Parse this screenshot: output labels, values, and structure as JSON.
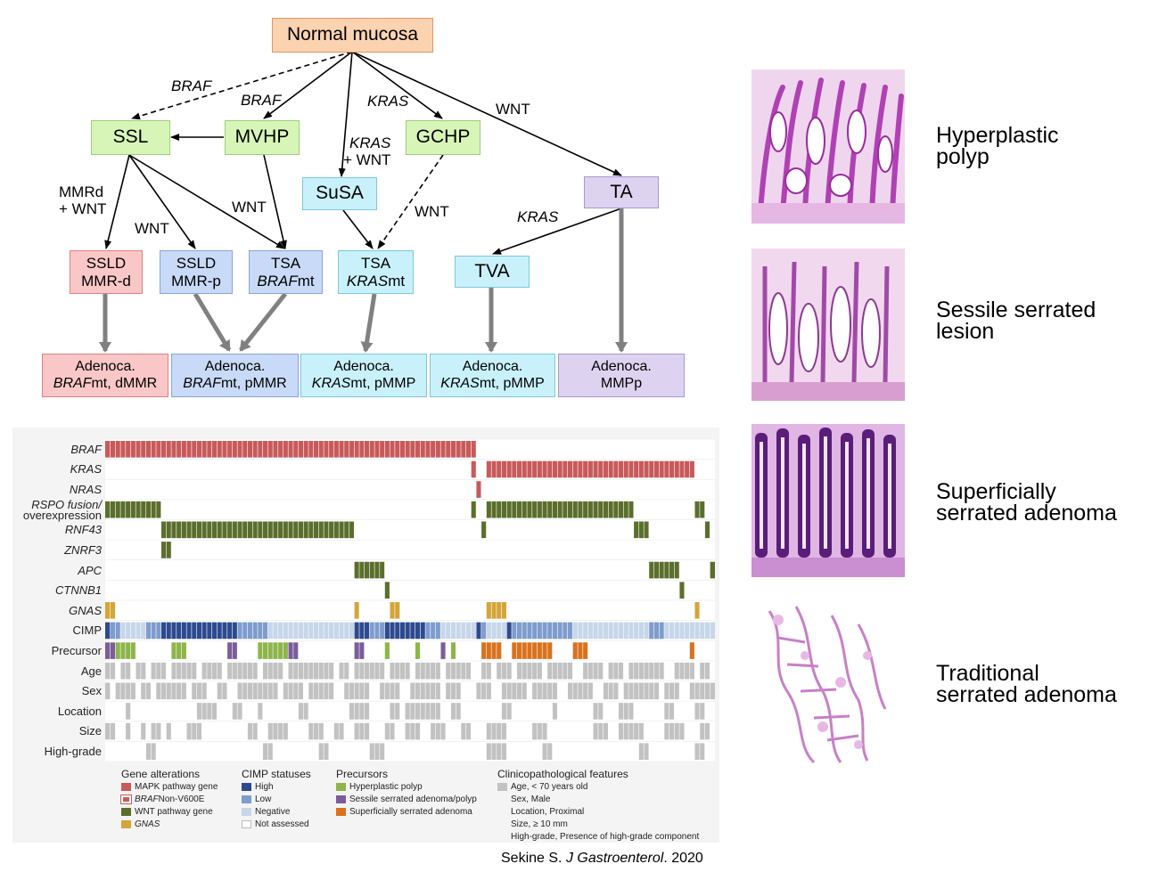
{
  "flow": {
    "nodes": {
      "normal": "Normal mucosa",
      "ssl": "SSL",
      "mvhp": "MVHP",
      "gchp": "GCHP",
      "susa": "SuSA",
      "ta": "TA",
      "ssld_line1": "SSLD",
      "ssld_line2": "MMR-d",
      "sslp_line1": "SSLD",
      "sslp_line2": "MMR-p",
      "tsa1_line1": "TSA",
      "tsa1_gene": "BRAF",
      "tsa1_suffix": "mt",
      "tsa2_line1": "TSA",
      "tsa2_gene": "KRAS",
      "tsa2_suffix": "mt",
      "tva": "TVA",
      "ad1_line1": "Adenoca.",
      "ad1_gene": "BRAF",
      "ad1_suffix": "mt, dMMR",
      "ad2_line1": "Adenoca.",
      "ad2_gene": "BRAF",
      "ad2_suffix": "mt, pMMR",
      "ad3_line1": "Adenoca.",
      "ad3_gene": "KRAS",
      "ad3_suffix": "mt, pMMP",
      "ad4_line1": "Adenoca.",
      "ad4_gene": "KRAS",
      "ad4_suffix": "mt, pMMP",
      "ad5_line1": "Adenoca.",
      "ad5_line2": "MMPp"
    },
    "edge_labels": {
      "braf1": "BRAF",
      "braf2": "BRAF",
      "kras1": "KRAS",
      "wnt1": "WNT",
      "kras_wnt_a": "KRAS",
      "kras_wnt_b": "+ WNT",
      "mmrd_a": "MMRd",
      "mmrd_b": "+ WNT",
      "wnt2": "WNT",
      "wnt3": "WNT",
      "wnt4": "WNT",
      "kras2": "KRAS"
    }
  },
  "heatmap": {
    "rows": [
      "BRAF",
      "KRAS",
      "NRAS",
      "RSPO fusion/",
      "overexpression",
      "RNF43",
      "ZNRF3",
      "APC",
      "CTNNB1",
      "GNAS",
      "CIMP",
      "Precursor",
      "Age",
      "Sex",
      "Location",
      "Size",
      "High-grade"
    ],
    "colors": {
      "mapk": "#c85a5a",
      "wnt": "#5b6e2c",
      "gnas": "#d4a53a",
      "cimp_high": "#2e4a8f",
      "cimp_low": "#7e9ccd",
      "cimp_neg": "#c7d6ea",
      "hp": "#8db54a",
      "ssap": "#7a5d9a",
      "ssa": "#d9721e",
      "grey": "#c2c2c2"
    }
  },
  "legend": {
    "gene_title": "Gene alterations",
    "gene_items": [
      "MAPK pathway gene",
      "BRAF",
      " Non-V600E",
      "WNT pathway gene",
      "GNAS"
    ],
    "cimp_title": "CIMP statuses",
    "cimp_items": [
      "High",
      "Low",
      "Negative",
      "Not assessed"
    ],
    "prec_title": "Precursors",
    "prec_items": [
      "Hyperplastic polyp",
      "Sessile serrated adenoma/polyp",
      "Superficially serrated adenoma"
    ],
    "clin_title": "Clinicopathological features",
    "clin_items": [
      "Age, < 70 years old",
      "Sex, Male",
      "Location, Proximal",
      "Size, ≥ 10 mm",
      "High-grade, Presence of high-grade component"
    ]
  },
  "photos": [
    {
      "line1": "Hyperplastic",
      "line2": "polyp"
    },
    {
      "line1": "Sessile serrated",
      "line2": "lesion"
    },
    {
      "line1": "Superficially",
      "line2": "serrated adenoma"
    },
    {
      "line1": "Traditional",
      "line2": "serrated adenoma"
    }
  ],
  "citation": {
    "author": "Sekine S. ",
    "journal": "J Gastroenterol",
    "year": ". 2020"
  }
}
